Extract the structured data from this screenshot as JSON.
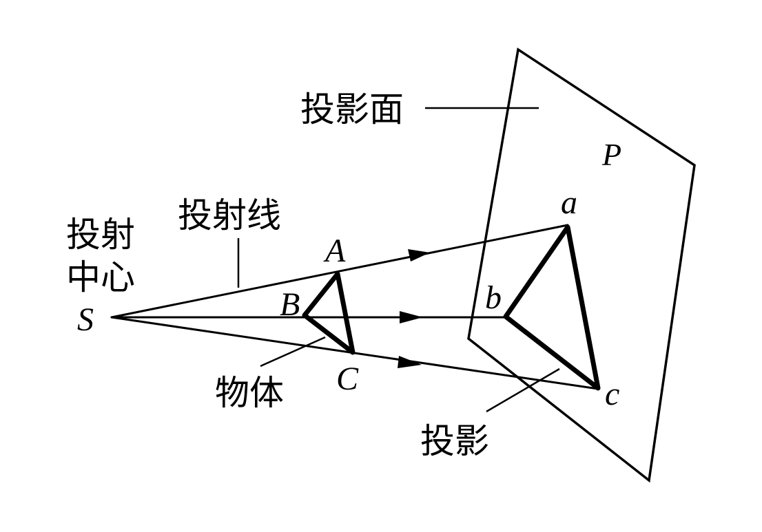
{
  "labels": {
    "projection_plane": "投影面",
    "plane_name": "P",
    "projection_rays": "投射线",
    "projection_center_line1": "投射",
    "projection_center_line2": "中心",
    "center_point": "S",
    "object": "物体",
    "projection": "投影"
  },
  "object_points": {
    "A": "A",
    "B": "B",
    "C": "C"
  },
  "image_points": {
    "a": "a",
    "b": "b",
    "c": "c"
  }
}
